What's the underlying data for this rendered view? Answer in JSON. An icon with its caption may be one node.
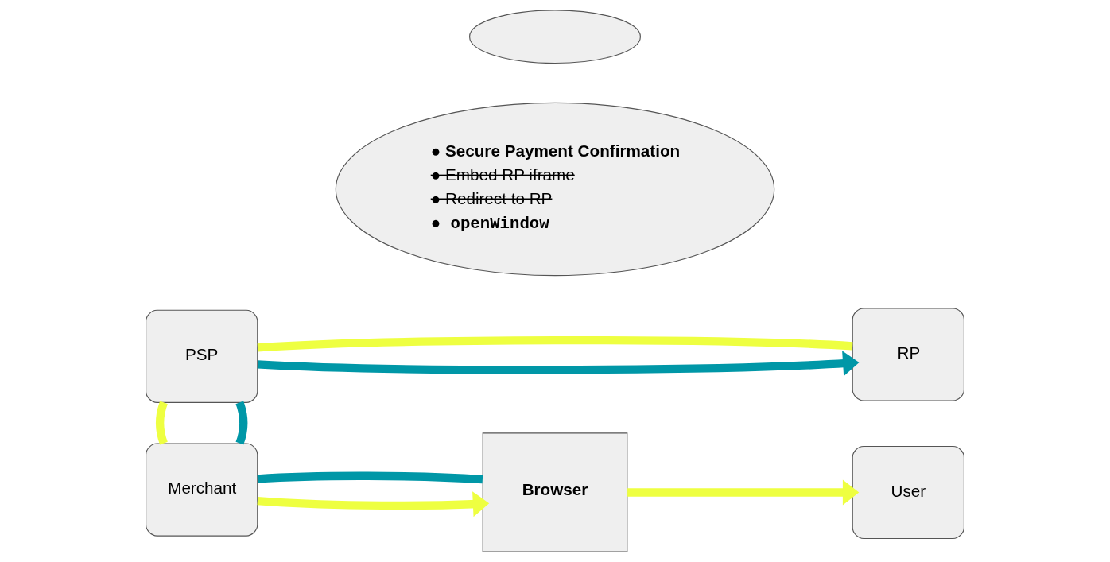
{
  "diagram": {
    "nodes": [
      {
        "text": [
          "PSP"
        ]
      },
      {
        "text": [],
        "shape": "cloud"
      },
      {
        "text": [
          "● Secure Payment Confirmation",
          "● Embed RP iframe",
          "● Redirect to RP",
          "● openWindow"
        ]
      },
      {
        "text": [
          "RP"
        ]
      },
      {
        "text": [
          "Merchant"
        ]
      },
      {
        "text": [
          "Browser"
        ]
      },
      {
        "text": [
          "User"
        ]
      }
    ],
    "edges": [
      {
        "from": 0,
        "to": 3,
        "arrow": "to",
        "color": "#0097a7"
      },
      {
        "from": 0,
        "to": 3,
        "arrow": "none"
      },
      {
        "from": 0,
        "to": 4,
        "arrow": "none",
        "color": "#0097a7"
      },
      {
        "from": 0,
        "to": 4,
        "arrow": "none"
      },
      {
        "from": 4,
        "to": 5,
        "arrow": "to"
      },
      {
        "from": 4,
        "to": 5,
        "arrow": "none",
        "color": "#0097a7"
      },
      {
        "from": 5,
        "to": 6,
        "arrow": "to"
      }
    ]
  }
}
